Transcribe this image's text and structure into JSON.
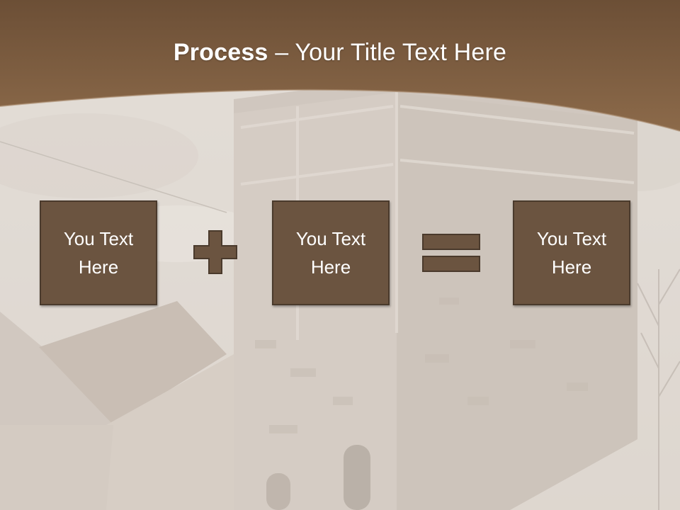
{
  "slide": {
    "title_bold": "Process",
    "title_rest": " – Your Title Text Here",
    "boxes": [
      {
        "text": "You Text Here"
      },
      {
        "text": "You Text Here"
      },
      {
        "text": "You Text Here"
      }
    ],
    "operators": [
      "plus-icon",
      "equals-icon"
    ]
  },
  "colors": {
    "header_brown": "#7d5c3f",
    "box_fill": "#6b5440",
    "box_border": "#4a3a2c",
    "text": "#ffffff"
  }
}
